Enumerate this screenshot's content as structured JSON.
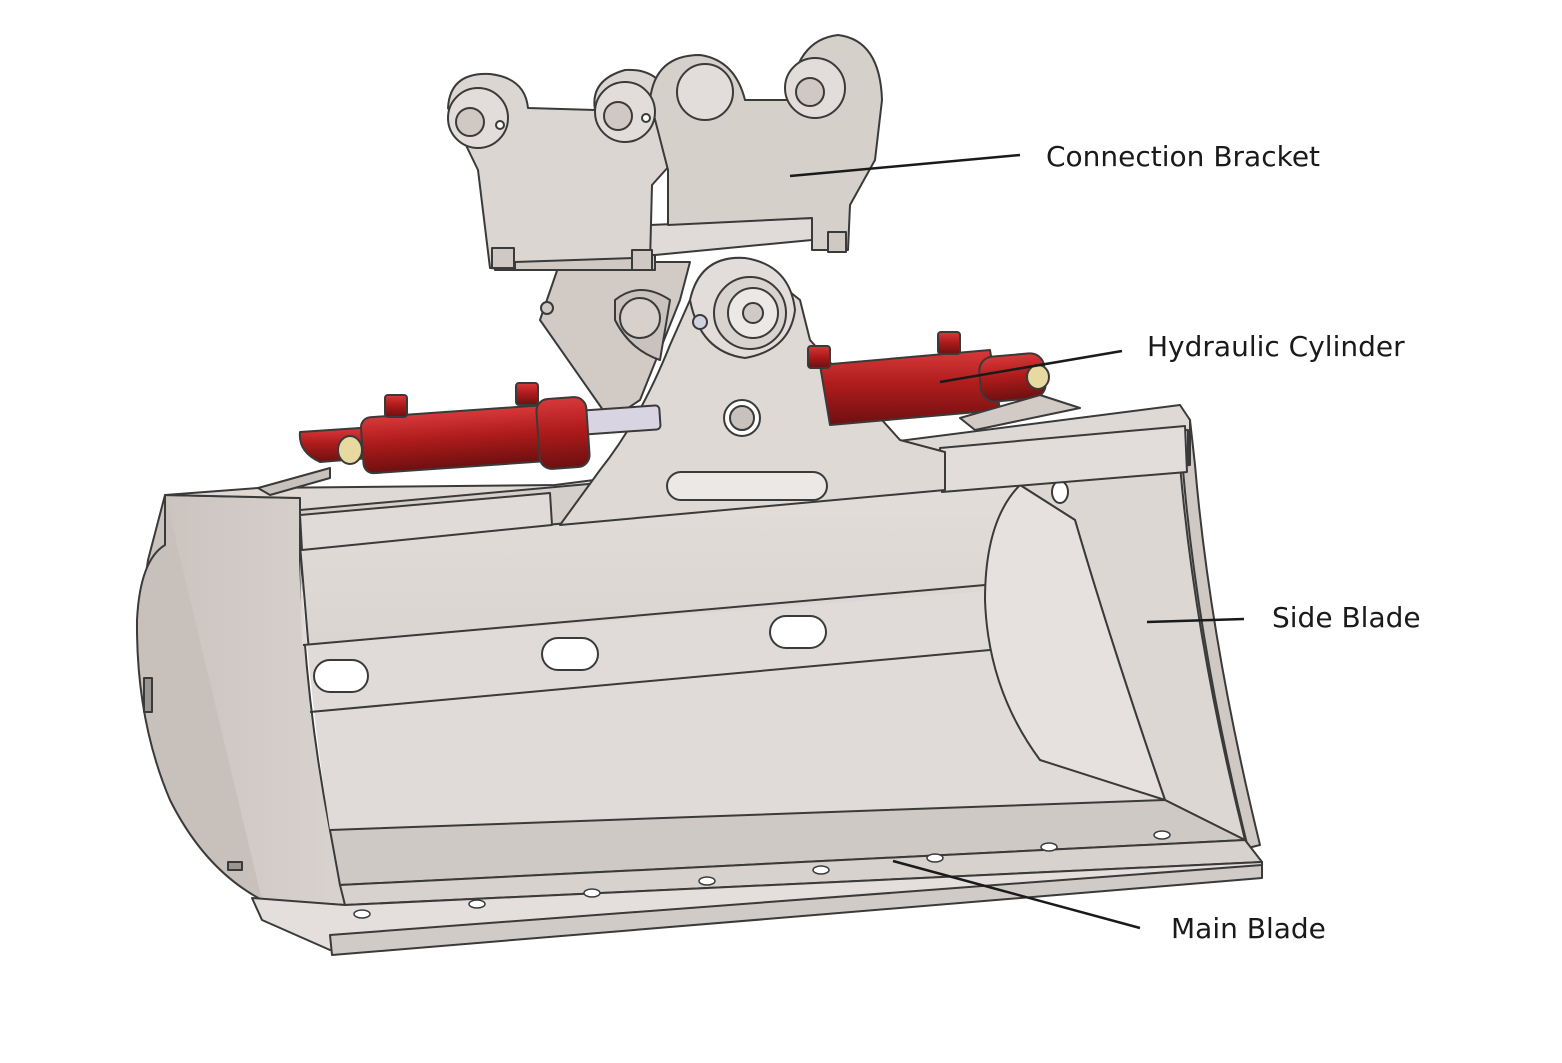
{
  "labels": {
    "connection_bracket": "Connection Bracket",
    "hydraulic_cylinder": "Hydraulic Cylinder",
    "side_blade": "Side Blade",
    "main_blade": "Main Blade"
  },
  "colors": {
    "steel": "#dcd6d2",
    "steel_shade": "#c8c1bc",
    "steel_dark": "#b2aaa5",
    "cylinder_red": "#b01c1c",
    "outline": "#3a3a3a"
  }
}
